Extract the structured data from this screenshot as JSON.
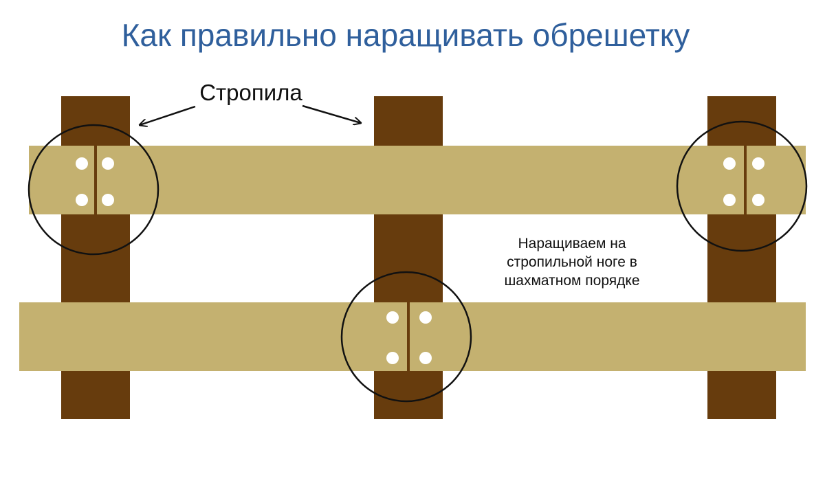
{
  "title": "Как правильно наращивать обрешетку",
  "labels": {
    "rafters": "Стропила",
    "note_lines": [
      "Наращиваем на",
      "стропильной ноге в",
      "шахматном порядке"
    ]
  },
  "colors": {
    "title": "#2f5f9c",
    "rafter": "#673c0d",
    "batten": "#c4b170",
    "fastener": "#ffffff",
    "outline": "#111111"
  }
}
